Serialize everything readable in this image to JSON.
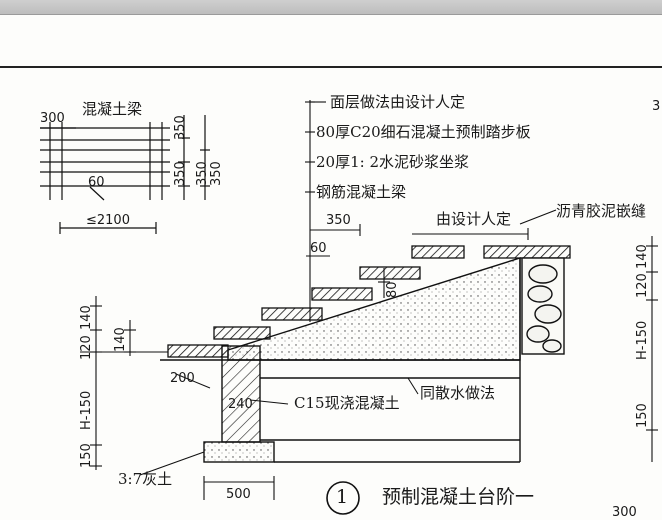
{
  "detail": {
    "number": "1",
    "title": "预制混凝土台阶一"
  },
  "callouts": {
    "surface": "面层做法由设计人定",
    "tread": "80厚C20细石混凝土预制踏步板",
    "mortar": "20厚1: 2水泥砂浆坐浆",
    "beam": "钢筋混凝土梁",
    "asphalt": "沥青胶泥嵌缝",
    "by_designer": "由设计人定",
    "c15": "C15现浇混凝土",
    "same_as": "同散水做法",
    "lime_soil": "3:7灰土"
  },
  "beam_detail": {
    "title": "混凝土梁",
    "dim_300": "300",
    "dim_60": "60",
    "span": "≤2100",
    "dim_350_a": "350",
    "dim_350_b": "350",
    "dim_350_c": "350",
    "dim_350_d": "350"
  },
  "dims": {
    "d350": "350",
    "d60": "60",
    "d80": "80",
    "left_140": "140",
    "left_140b": "140",
    "left_120": "120",
    "left_h150": "H-150",
    "left_150": "150",
    "d200": "200",
    "d240": "240",
    "d500": "500",
    "right_120_140": "120 140",
    "right_h150": "H-150",
    "right_150": "150",
    "right_3": "3",
    "bottom_300": "300"
  }
}
